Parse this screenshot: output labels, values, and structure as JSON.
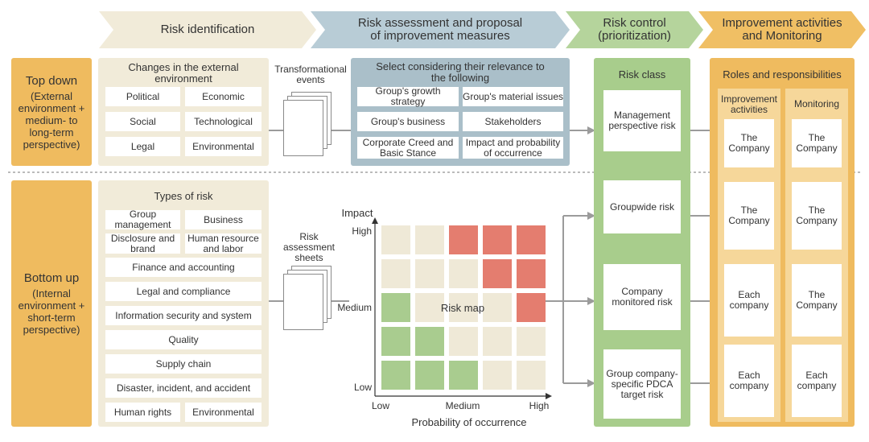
{
  "header": {
    "steps": [
      {
        "label": "Risk identification"
      },
      {
        "label": "Risk assessment and proposal of improvement measures"
      },
      {
        "label": "Risk control (prioritization)"
      },
      {
        "label": "Improvement activities and Monitoring"
      }
    ]
  },
  "topdown": {
    "title": "Top down",
    "subtitle": "(External environment + medium- to long-term perspective)",
    "env_title": "Changes in the external environment",
    "env_items": [
      "Political",
      "Economic",
      "Social",
      "Technological",
      "Legal",
      "Environmental"
    ],
    "events_label": "Transformational events",
    "select_title": "Select considering their relevance to the following",
    "select_items": [
      "Group's growth strategy",
      "Group's material issues",
      "Group's business",
      "Stakeholders",
      "Corporate Creed and Basic Stance",
      "Impact and probability of occurrence"
    ]
  },
  "bottomup": {
    "title": "Bottom up",
    "subtitle": "(Internal environment + short-term perspective)",
    "types_title": "Types of risk",
    "types_pairs": [
      "Group management",
      "Business",
      "Disclosure and brand",
      "Human resource and labor"
    ],
    "types_rows": [
      "Finance and accounting",
      "Legal and compliance",
      "Information security and system",
      "Quality",
      "Supply chain",
      "Disaster, incident, and accident"
    ],
    "types_last": [
      "Human rights",
      "Environmental"
    ],
    "sheets_label": "Risk assessment sheets"
  },
  "riskmap": {
    "yaxis_title": "Impact",
    "xaxis_title": "Probability of occurrence",
    "y_ticks": [
      "High",
      "Medium",
      "Low"
    ],
    "x_ticks": [
      "Low",
      "Medium",
      "High"
    ],
    "center_label": "Risk map",
    "colors": {
      "green": "#a9cc8f",
      "cream": "#efe9d7",
      "red": "#e47d6f"
    },
    "grid": [
      [
        "cream",
        "cream",
        "red",
        "red",
        "red"
      ],
      [
        "cream",
        "cream",
        "cream",
        "red",
        "red"
      ],
      [
        "green",
        "cream",
        "cream",
        "cream",
        "red"
      ],
      [
        "green",
        "green",
        "cream",
        "cream",
        "cream"
      ],
      [
        "green",
        "green",
        "green",
        "cream",
        "cream"
      ]
    ]
  },
  "riskclass": {
    "title": "Risk class",
    "items": [
      "Management perspective risk",
      "Groupwide risk",
      "Company monitored risk",
      "Group company-specific PDCA target risk"
    ]
  },
  "roles": {
    "title": "Roles and responsibilities",
    "col_headers": [
      "Improvement activities",
      "Monitoring"
    ],
    "rows": [
      [
        "The Company",
        "The Company"
      ],
      [
        "The Company",
        "The Company"
      ],
      [
        "Each company",
        "The Company"
      ],
      [
        "Each company",
        "Each company"
      ]
    ]
  },
  "colors": {
    "chevron_cream": "#f1ebd9",
    "chevron_blue": "#b8ccd6",
    "chevron_green": "#b5d49c",
    "chevron_orange": "#f0bf64",
    "arrow_gray": "#9b9b9b"
  }
}
